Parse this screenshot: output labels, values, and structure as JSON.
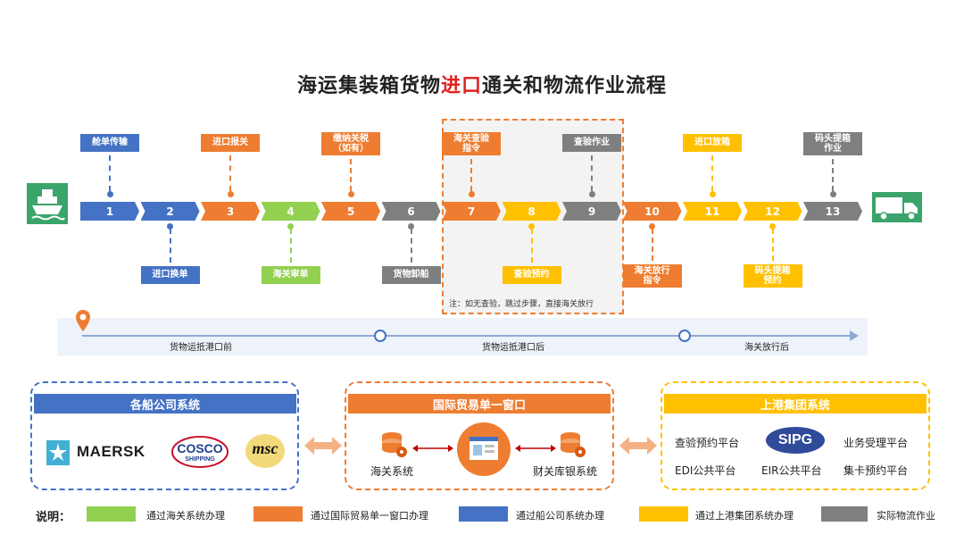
{
  "title": {
    "pre": "海运集装箱货物",
    "highlight": "进口",
    "post": "通关和物流作业流程"
  },
  "colors": {
    "blue": "#4472c4",
    "orange": "#ee7d31",
    "green": "#92d050",
    "gray": "#7f7f7f",
    "yellow": "#ffc000",
    "red": "#e02020",
    "teal": "#3aa46b"
  },
  "steps": [
    {
      "n": "1",
      "color": "blue"
    },
    {
      "n": "2",
      "color": "blue"
    },
    {
      "n": "3",
      "color": "orange"
    },
    {
      "n": "4",
      "color": "green"
    },
    {
      "n": "5",
      "color": "orange"
    },
    {
      "n": "6",
      "color": "gray"
    },
    {
      "n": "7",
      "color": "orange"
    },
    {
      "n": "8",
      "color": "yellow"
    },
    {
      "n": "9",
      "color": "gray"
    },
    {
      "n": "10",
      "color": "orange"
    },
    {
      "n": "11",
      "color": "yellow"
    },
    {
      "n": "12",
      "color": "yellow"
    },
    {
      "n": "13",
      "color": "gray"
    }
  ],
  "labels": [
    {
      "step": "1",
      "text": "舱单传输",
      "pos": "above"
    },
    {
      "step": "2",
      "text": "进口换单",
      "pos": "below"
    },
    {
      "step": "3",
      "text": "进口报关",
      "pos": "above"
    },
    {
      "step": "4",
      "text": "海关审单",
      "pos": "below"
    },
    {
      "step": "5",
      "text": "缴纳关税\n（如有）",
      "pos": "above"
    },
    {
      "step": "6",
      "text": "货物卸船",
      "pos": "below"
    },
    {
      "step": "7",
      "text": "海关查验\n指令",
      "pos": "above"
    },
    {
      "step": "8",
      "text": "查验预约",
      "pos": "below"
    },
    {
      "step": "9",
      "text": "查验作业",
      "pos": "above"
    },
    {
      "step": "10",
      "text": "海关放行\n指令",
      "pos": "below"
    },
    {
      "step": "11",
      "text": "进口放箱",
      "pos": "above"
    },
    {
      "step": "12",
      "text": "码头提箱\n预约",
      "pos": "below"
    },
    {
      "step": "13",
      "text": "码头提箱\n作业",
      "pos": "above"
    }
  ],
  "note": "注：如无查验，跳过步骤，直接海关放行",
  "icons": {
    "ship": "ship-icon",
    "truck": "truck-icon",
    "pin": "location-pin-icon",
    "database": "database-gear-icon",
    "window": "window-icon",
    "arrow": "double-arrow-icon"
  },
  "timeline": {
    "phase1": "货物运抵港口前",
    "phase2": "货物运抵港口后",
    "phase3": "海关放行后"
  },
  "panels": {
    "shipping": {
      "title": "各船公司系统",
      "logos": [
        "MAERSK",
        "COSCO",
        "SHIPPING",
        "msc"
      ]
    },
    "single_window": {
      "title": "国际贸易单一窗口",
      "left": "海关系统",
      "right": "财关库银系统"
    },
    "sipg": {
      "title": "上港集团系统",
      "logo": "SIPG",
      "platforms": [
        "查验预约平台",
        "业务受理平台",
        "EDI公共平台",
        "EIR公共平台",
        "集卡预约平台"
      ]
    }
  },
  "legend": {
    "title": "说明：",
    "items": [
      {
        "text": "通过海关系统办理",
        "color": "green"
      },
      {
        "text": "通过国际贸易单一窗口办理",
        "color": "orange"
      },
      {
        "text": "通过船公司系统办理",
        "color": "blue"
      },
      {
        "text": "通过上港集团系统办理",
        "color": "yellow"
      },
      {
        "text": "实际物流作业",
        "color": "gray"
      }
    ]
  }
}
